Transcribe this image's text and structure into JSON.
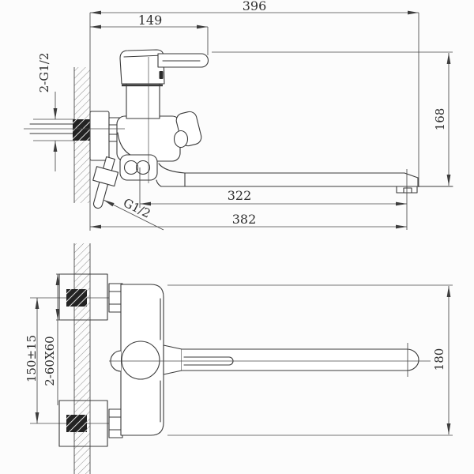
{
  "page": {
    "background": "#fcfcfc",
    "line_color": "#3a3a3a",
    "hatch_color": "#6a6a6a",
    "block_fill": "#232323"
  },
  "drawing": {
    "type": "technical-dimension-drawing",
    "subject": "wall-mounted bath mixer faucet, two orthographic views",
    "side_view": {
      "dim_overall_length": "396",
      "dim_handle_length": "149",
      "dim_inlet_thread": "2-G1/2",
      "dim_overall_height": "168",
      "dim_spout_reach": "322",
      "dim_overall_reach": "382",
      "dim_shower_outlet_thread": "G1/2"
    },
    "front_view": {
      "dim_mounting_centers": "150±15",
      "dim_escutcheons": "2-60X60",
      "dim_body_height": "180"
    }
  }
}
